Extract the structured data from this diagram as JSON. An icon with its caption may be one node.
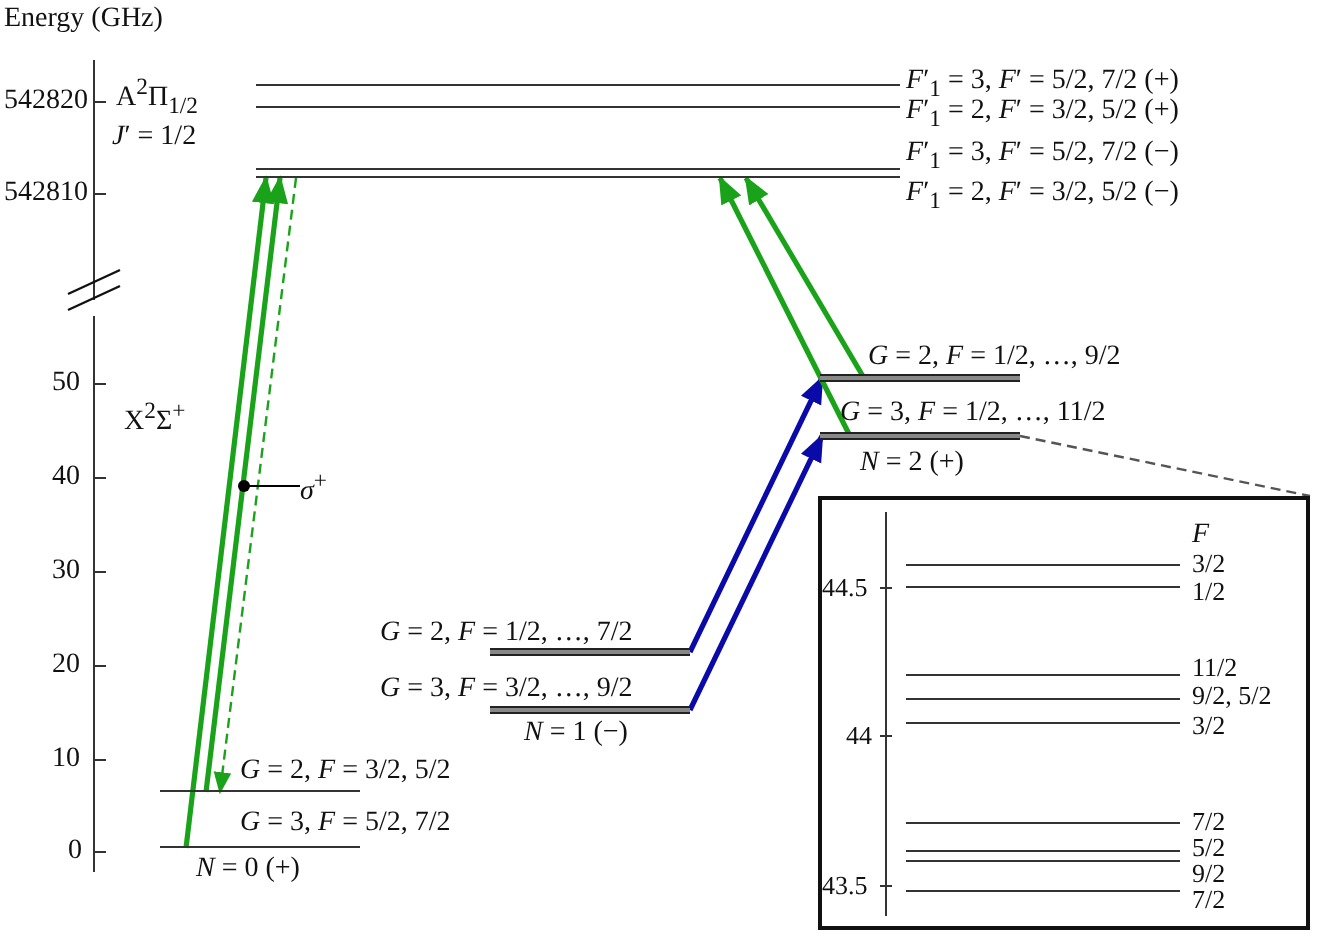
{
  "diagram": {
    "nodes": [
      {
        "text": [
          "*F*′$_{1}$ = 3, *F*′ = 5/2, 7/2 (+)"
        ]
      },
      {
        "text": [
          "*F*′$_{1}$ = 2, *F*′ = 3/2, 5/2 (+)"
        ]
      },
      {
        "text": [
          "*F*′$_{1}$ = 3, *F*′ = 5/2, 7/2 (−)"
        ]
      },
      {
        "text": [
          "*F*′$_{1}$ = 2, *F*′ = 3/2, 5/2 (−)"
        ]
      },
      {
        "text": [
          "*G* = 2, *F* = 3/2, 5/2"
        ]
      },
      {
        "text": [
          "*G* = 3, *F* = 5/2, 7/2"
        ],
        "beside": [
          "*N* = 0 (+)"
        ]
      },
      {
        "text": [
          "*G* = 2, *F* = 1/2, …, 7/2"
        ]
      },
      {
        "text": [
          "*G* = 3, *F* = 3/2, …, 9/2"
        ],
        "beside": [
          "*N* = 1 (−)"
        ]
      },
      {
        "text": [
          "*G* = 2, *F* = 1/2, …, 9/2"
        ]
      },
      {
        "text": [
          "*G* = 3, *F* = 1/2, …, 11/2"
        ],
        "beside": [
          "*N* = 2 (+)"
        ]
      },
      {
        "text": [],
        "shape": "box"
      },
      {
        "text": [
          "3/2"
        ],
        "in": 10
      },
      {
        "text": [
          "1/2"
        ],
        "in": 10
      },
      {
        "text": [
          "11/2"
        ],
        "in": 10
      },
      {
        "text": [
          "9/2, 5/2"
        ],
        "in": 10
      },
      {
        "text": [
          "3/2"
        ],
        "in": 10
      },
      {
        "text": [
          "7/2"
        ],
        "in": 10
      },
      {
        "text": [
          "5/2"
        ],
        "in": 10
      },
      {
        "text": [
          "9/2"
        ],
        "in": 10
      },
      {
        "text": [
          "7/2"
        ],
        "in": 10
      },
      {
        "text": [
          "*σ*$^{+}$"
        ]
      }
    ],
    "edges": [
      {
        "from": 5,
        "to": 3,
        "arrow": "to"
      },
      {
        "from": 4,
        "to": 3,
        "arrow": "to"
      },
      {
        "from": 3,
        "to": 4,
        "arrow": "to",
        "style": "dashed"
      },
      {
        "from": 6,
        "to": 8,
        "arrow": "to",
        "color": "#0a0aa8"
      },
      {
        "from": 7,
        "to": 9,
        "arrow": "to",
        "color": "#0a0aa8"
      },
      {
        "from": 9,
        "to": 3,
        "arrow": "to"
      },
      {
        "from": 8,
        "to": 3,
        "arrow": "to"
      },
      {
        "from": 9,
        "to": 10,
        "arrow": "none",
        "style": "dashed",
        "color": "#555555"
      },
      {
        "from": 20,
        "to": null,
        "arrow": "other",
        "color": "#000000"
      }
    ],
    "labels": [
      "Energy (GHz)",
      "542820",
      "A$^{2}$Π$_{1/2}$",
      "*J*′ = 1/2",
      "542810",
      "50",
      "40",
      "X$^{2}$Σ$^{+}$",
      "30",
      "20",
      "10",
      "0",
      "F",
      "44.5",
      "44",
      "43.5"
    ]
  }
}
